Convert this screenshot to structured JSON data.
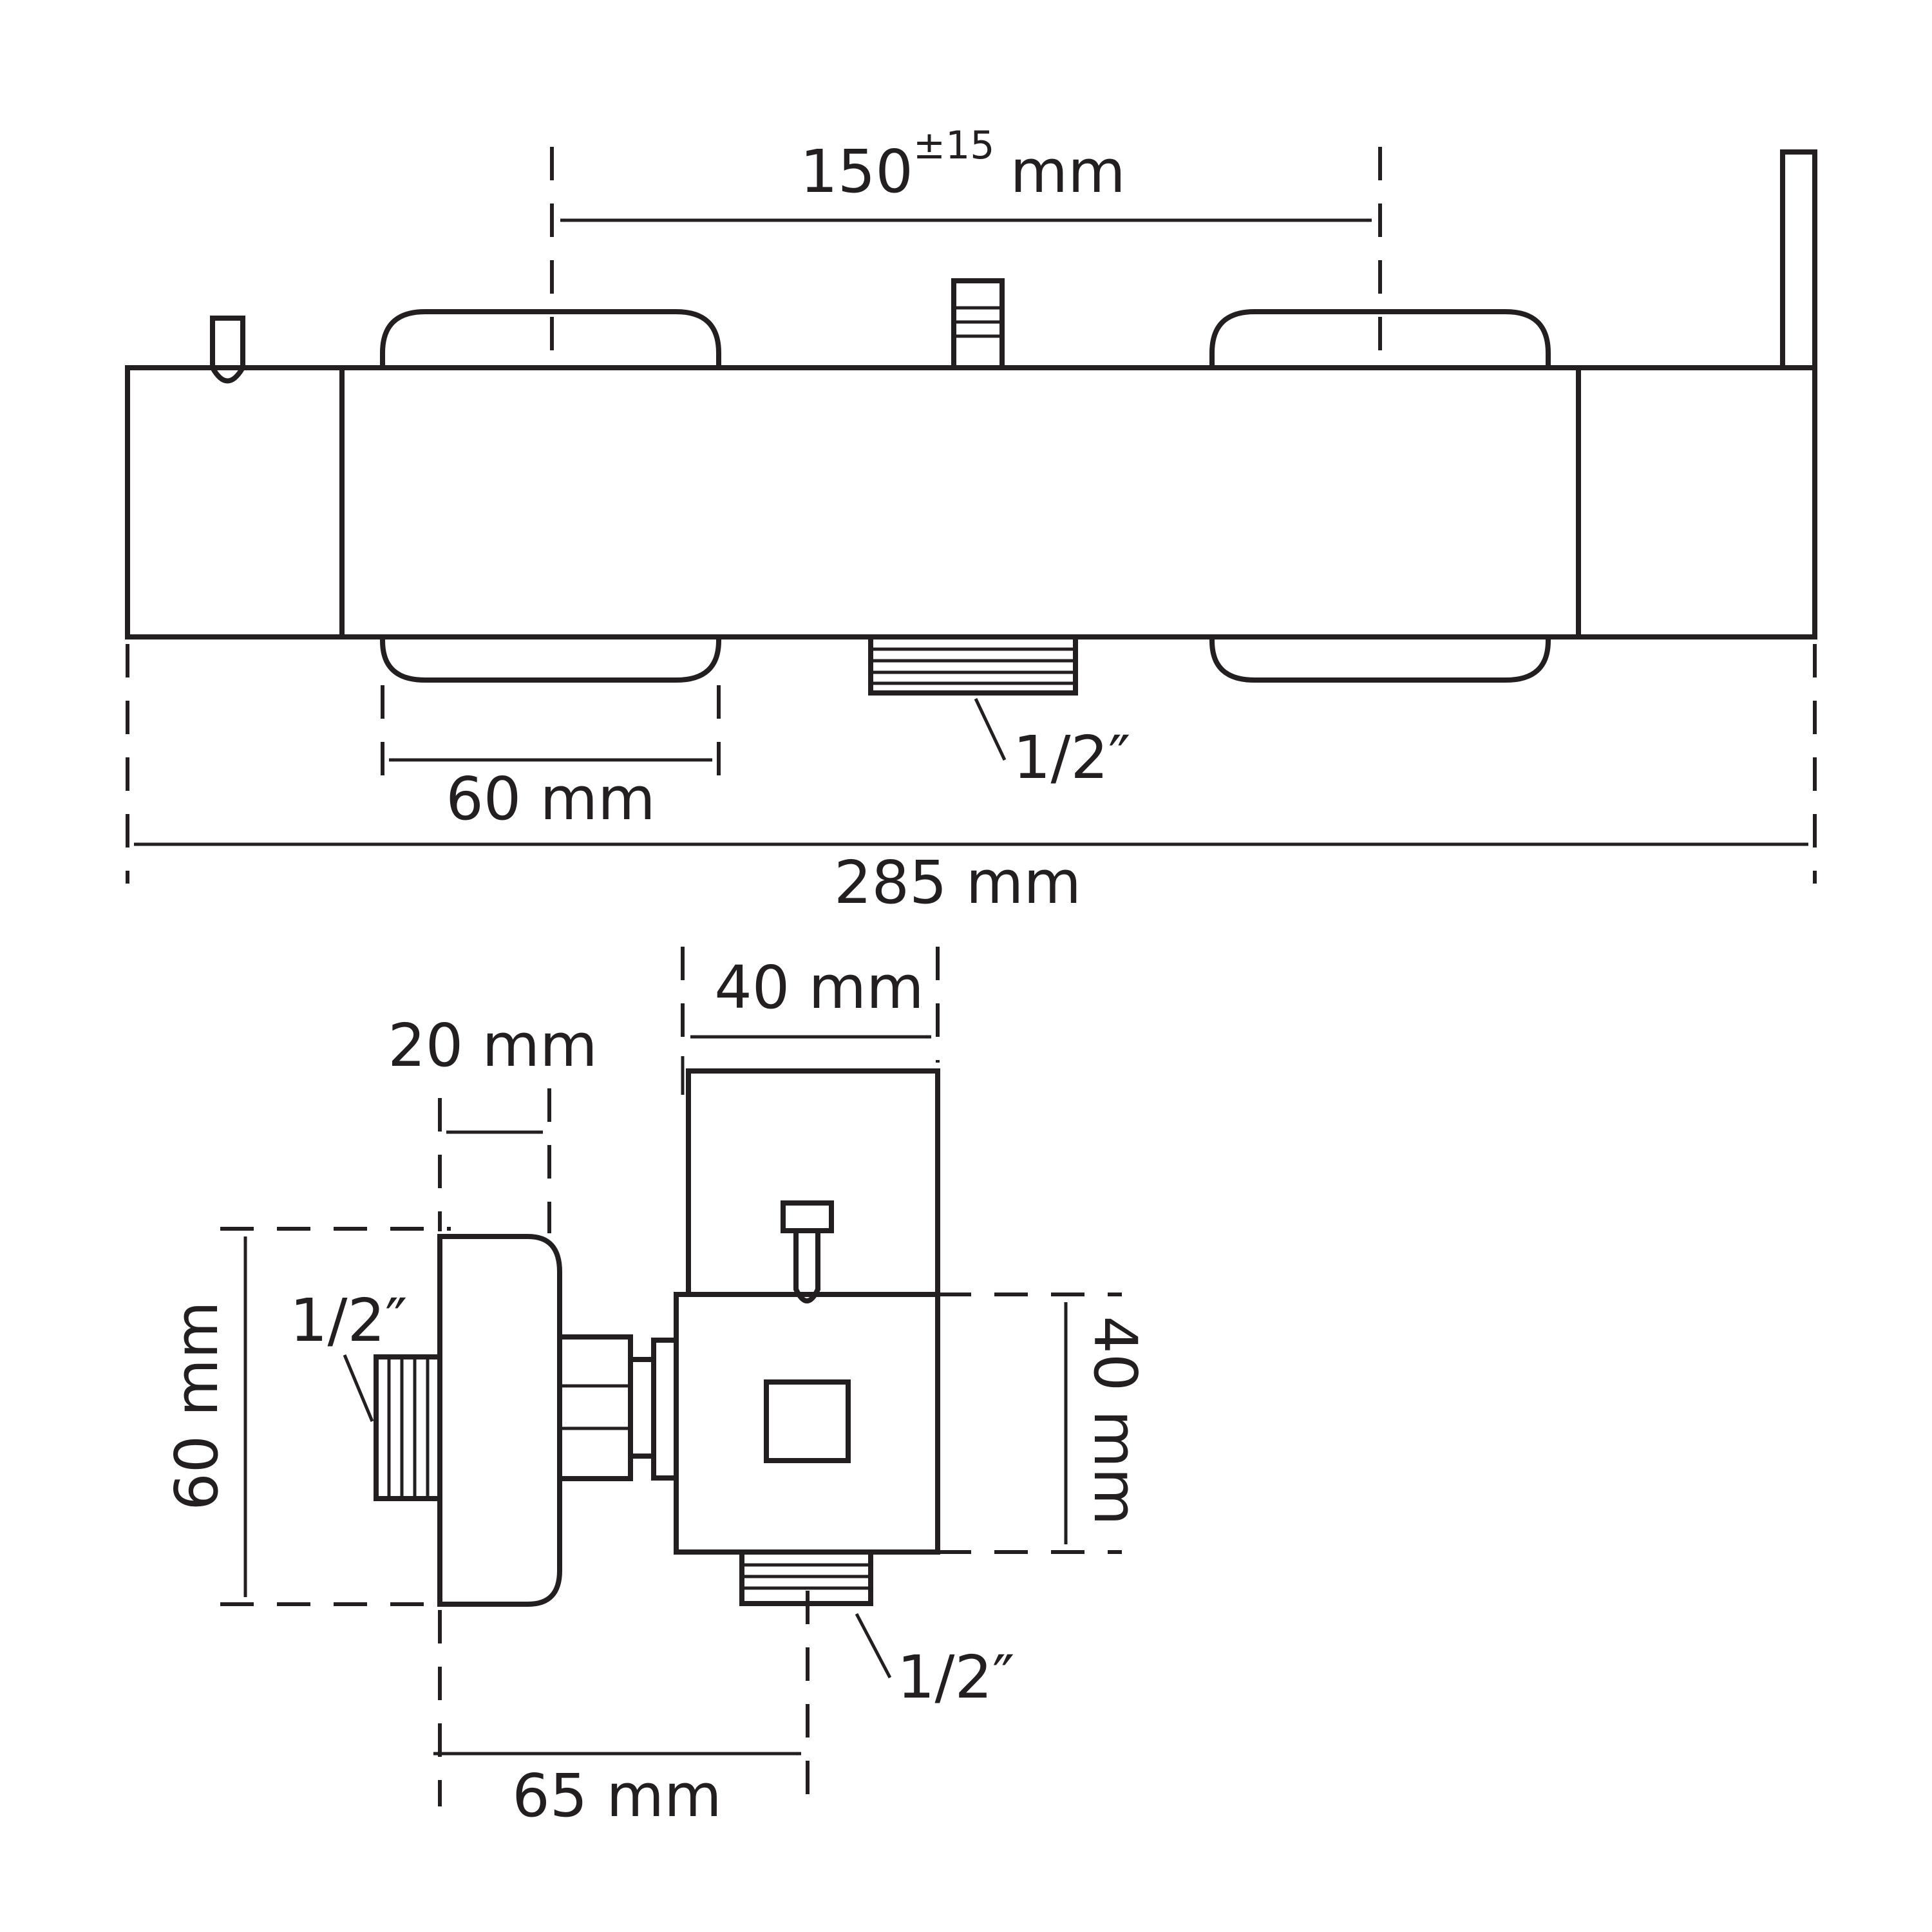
{
  "labels": {
    "center_distance": "150",
    "center_distance_tolerance": "±15",
    "center_distance_unit": "mm",
    "handle_width": "60 mm",
    "overall_length": "285 mm",
    "outlet_thread_front": "1/2″",
    "body_depth": "40 mm",
    "handle_depth": "20 mm",
    "handle_height": "60 mm",
    "inlet_thread_side": "1/2″",
    "body_height": "40 mm",
    "outlet_thread_side": "1/2″",
    "wall_projection": "65 mm"
  },
  "colors": {
    "ink": "#231f20",
    "background": "#ffffff"
  }
}
